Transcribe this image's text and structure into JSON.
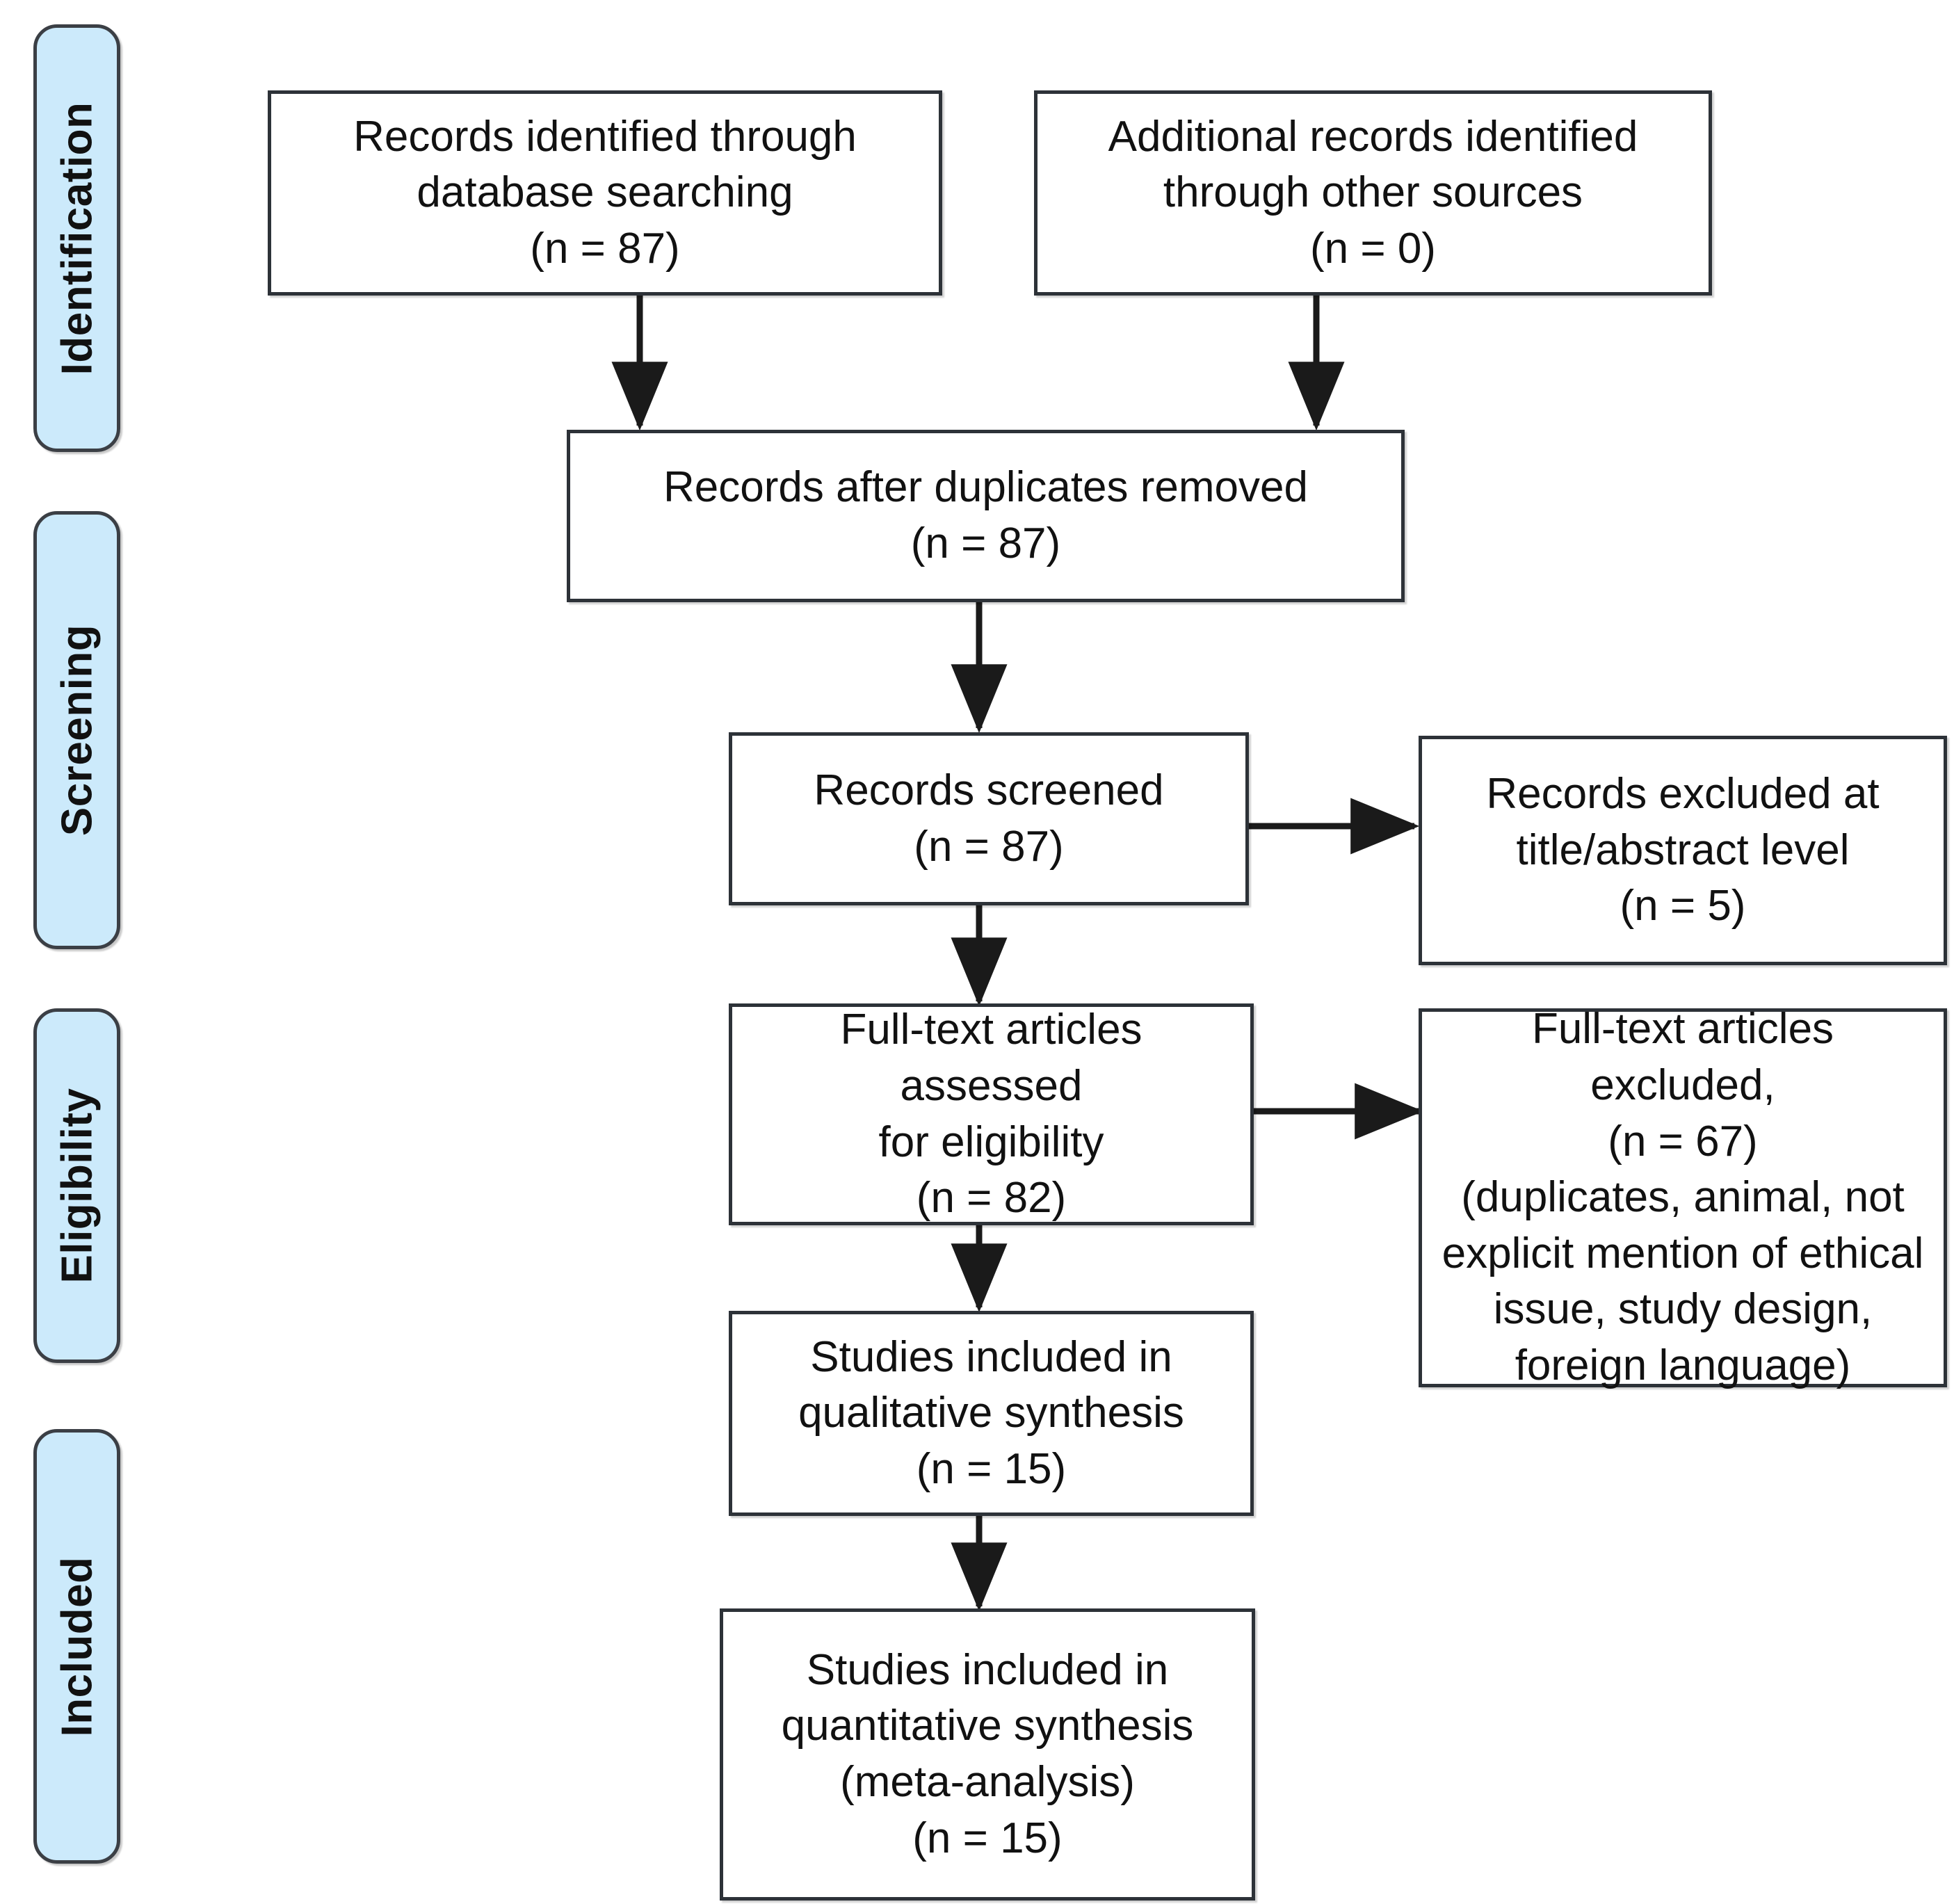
{
  "diagram": {
    "kind": "prisma-flow-diagram",
    "colors": {
      "stage_chip_fill": "#cceafb",
      "stage_chip_border": "#3b3f45",
      "box_border": "#2d3238",
      "box_fill": "#ffffff",
      "connector": "#1a1a1a",
      "text": "#111111"
    },
    "stages": [
      {
        "id": "identification",
        "label": "Identification"
      },
      {
        "id": "screening",
        "label": "Screening"
      },
      {
        "id": "eligibility",
        "label": "Eligibility"
      },
      {
        "id": "included",
        "label": "Included"
      }
    ],
    "boxes": [
      {
        "id": "records-identified-database",
        "text": "Records identified through\ndatabase searching\n(n = 87)",
        "n": 87
      },
      {
        "id": "additional-records-other-sources",
        "text": "Additional records identified\nthrough other sources\n(n = 0)",
        "n": 0
      },
      {
        "id": "records-after-duplicates-removed",
        "text": "Records after duplicates removed\n(n = 87)",
        "n": 87
      },
      {
        "id": "records-screened",
        "text": "Records screened\n(n = 87)",
        "n": 87
      },
      {
        "id": "records-excluded-title-abstract",
        "text": "Records excluded at\ntitle/abstract level\n(n = 5)",
        "n": 5
      },
      {
        "id": "full-text-assessed-eligibility",
        "text": "Full-text articles assessed\nfor eligibility\n(n = 82)",
        "n": 82
      },
      {
        "id": "full-text-excluded",
        "text": "Full-text articles excluded,\n(n = 67)\n(duplicates, animal, not\nexplicit mention of ethical\nissue, study design,\nforeign language)",
        "n": 67
      },
      {
        "id": "studies-qualitative-synthesis",
        "text": "Studies included in\nqualitative synthesis\n(n = 15)",
        "n": 15
      },
      {
        "id": "studies-quantitative-synthesis",
        "text": "Studies included in\nquantitative synthesis\n(meta-analysis)\n(n = 15)",
        "n": 15
      }
    ],
    "connectors": [
      {
        "id": "db-to-dedupe",
        "from": "records-identified-database",
        "to": "records-after-duplicates-removed",
        "direction": "down"
      },
      {
        "id": "other-to-dedupe",
        "from": "additional-records-other-sources",
        "to": "records-after-duplicates-removed",
        "direction": "down"
      },
      {
        "id": "dedupe-to-screened",
        "from": "records-after-duplicates-removed",
        "to": "records-screened",
        "direction": "down"
      },
      {
        "id": "screened-to-excluded",
        "from": "records-screened",
        "to": "records-excluded-title-abstract",
        "direction": "right"
      },
      {
        "id": "screened-to-fulltext",
        "from": "records-screened",
        "to": "full-text-assessed-eligibility",
        "direction": "down"
      },
      {
        "id": "fulltext-to-excluded",
        "from": "full-text-assessed-eligibility",
        "to": "full-text-excluded",
        "direction": "right"
      },
      {
        "id": "fulltext-to-qualitative",
        "from": "full-text-assessed-eligibility",
        "to": "studies-qualitative-synthesis",
        "direction": "down"
      },
      {
        "id": "qualitative-to-quantitative",
        "from": "studies-qualitative-synthesis",
        "to": "studies-quantitative-synthesis",
        "direction": "down"
      }
    ]
  }
}
